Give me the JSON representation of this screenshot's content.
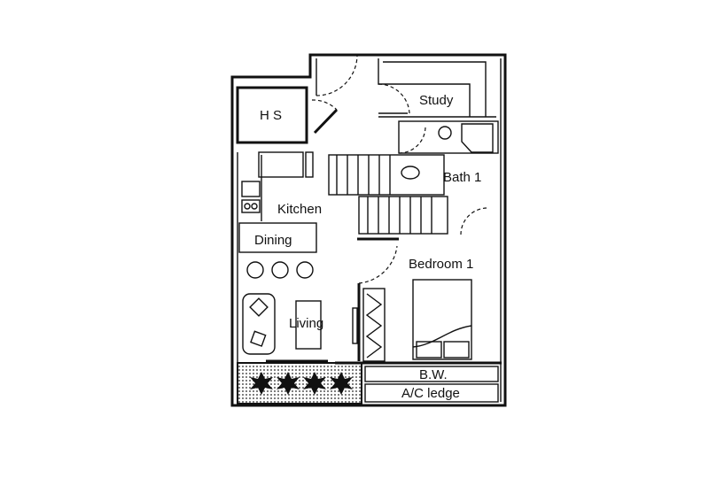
{
  "plan": {
    "rooms": {
      "hs": "H S",
      "study": "Study",
      "bath": "Bath 1",
      "kitchen": "Kitchen",
      "dining": "Dining",
      "bedroom": "Bedroom 1",
      "living": "Living",
      "bw": "B.W.",
      "ac": "A/C ledge"
    }
  }
}
